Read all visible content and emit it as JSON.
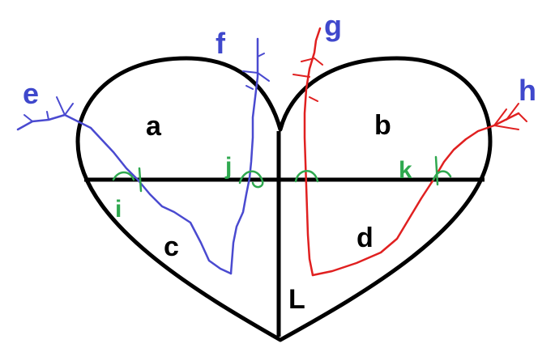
{
  "colors": {
    "outline": "#000000",
    "blue_path": "#4a4ad0",
    "red_path": "#e02020",
    "green_mark": "#2fa84f",
    "label_blue": "#3f48cc",
    "label_black": "#000000"
  },
  "regions": {
    "a": "a",
    "b": "b",
    "c": "c",
    "d": "d",
    "L": "L"
  },
  "paths": {
    "e": "e",
    "f": "f",
    "g": "g",
    "h": "h"
  },
  "crossings": {
    "i": "i",
    "j": "j",
    "k": "k"
  }
}
